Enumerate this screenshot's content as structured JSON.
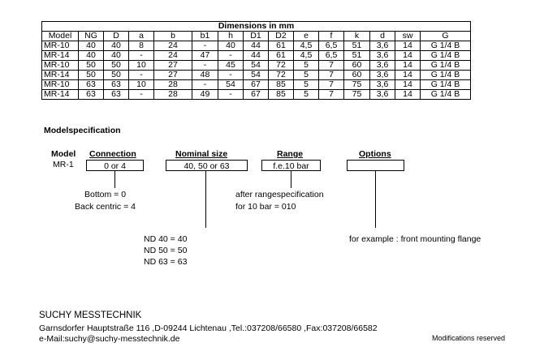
{
  "table": {
    "title": "Dimensions in mm",
    "headers": [
      "Model",
      "NG",
      "D",
      "a",
      "b",
      "b1",
      "h",
      "D1",
      "D2",
      "e",
      "f",
      "k",
      "d",
      "sw",
      "G"
    ],
    "rows": [
      [
        "MR-10",
        "40",
        "40",
        "8",
        "24",
        "-",
        "40",
        "44",
        "61",
        "4,5",
        "6,5",
        "51",
        "3,6",
        "14",
        "G 1/4 B"
      ],
      [
        "MR-14",
        "40",
        "40",
        "-",
        "24",
        "47",
        "-",
        "44",
        "61",
        "4,5",
        "6,5",
        "51",
        "3,6",
        "14",
        "G 1/4 B"
      ],
      [
        "MR-10",
        "50",
        "50",
        "10",
        "27",
        "-",
        "45",
        "54",
        "72",
        "5",
        "7",
        "60",
        "3,6",
        "14",
        "G 1/4 B"
      ],
      [
        "MR-14",
        "50",
        "50",
        "-",
        "27",
        "48",
        "-",
        "54",
        "72",
        "5",
        "7",
        "60",
        "3,6",
        "14",
        "G 1/4 B"
      ],
      [
        "MR-10",
        "63",
        "63",
        "10",
        "28",
        "-",
        "54",
        "67",
        "85",
        "5",
        "7",
        "75",
        "3,6",
        "14",
        "G 1/4 B"
      ],
      [
        "MR-14",
        "63",
        "63",
        "-",
        "28",
        "49",
        "-",
        "67",
        "85",
        "5",
        "7",
        "75",
        "3,6",
        "14",
        "G 1/4 B"
      ]
    ]
  },
  "spec": {
    "heading": "Modelspecification",
    "model_label": "Model",
    "model_value": "MR-1",
    "connection": {
      "label": "Connection",
      "box": "0 or 4",
      "note1": "Bottom = 0",
      "note2": "Back centric = 4"
    },
    "nominal": {
      "label": "Nominal size",
      "box": "40, 50 or 63",
      "note1": "ND 40  = 40",
      "note2": "ND 50  = 50",
      "note3": "ND 63  = 63"
    },
    "range": {
      "label": "Range",
      "box": "f.e.10 bar",
      "note1": "after rangespecification",
      "note2": "for 10 bar = 010"
    },
    "options": {
      "label": "Options",
      "box": "",
      "note1": "for example : front mounting flange"
    }
  },
  "footer": {
    "company": "SUCHY MESSTECHNIK",
    "address": "Garnsdorfer Hauptstraße 116 ,D-09244 Lichtenau ,Tel.:037208/66580 ,Fax:037208/66582",
    "email": "e-Mail:suchy@suchy-messtechnik.de",
    "note": "Modifications  reserved"
  }
}
